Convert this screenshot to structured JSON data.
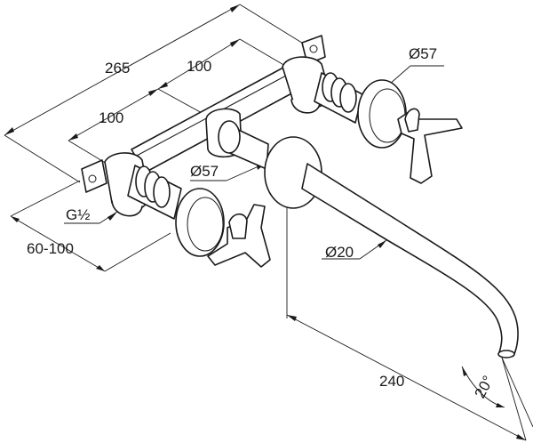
{
  "dimensions": {
    "overall_width": "265",
    "upper_spacing": "100",
    "lower_spacing": "100",
    "wall_depth": "60-100",
    "connection_thread": "G½",
    "rosette_left": "Ø57",
    "rosette_right": "Ø57",
    "spout_diameter": "Ø20",
    "spout_projection": "240",
    "spout_angle": "20°"
  }
}
